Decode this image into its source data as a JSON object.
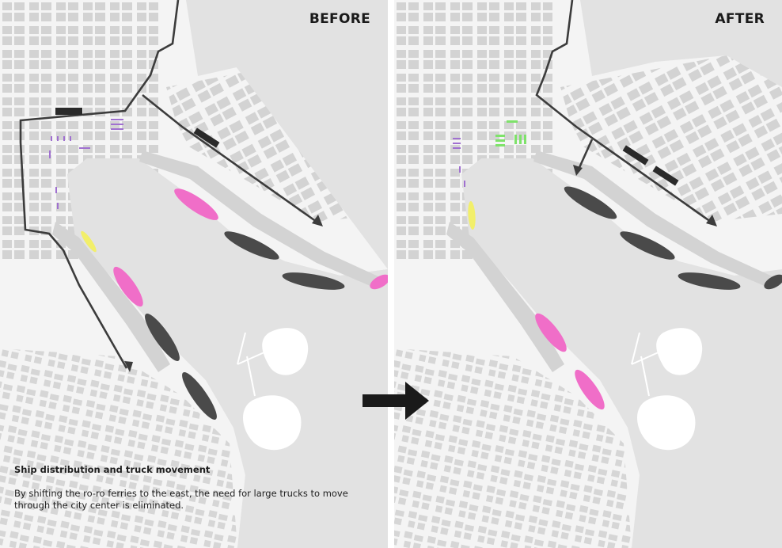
{
  "panels": {
    "before": {
      "label": "BEFORE"
    },
    "after": {
      "label": "AFTER"
    }
  },
  "caption": {
    "title": "Ship distribution and truck movement",
    "body": "By shifting the ro-ro ferries to the east, the need for large trucks to move through the city center is eliminated."
  },
  "legend_colors": {
    "ro_ro_ferry": "#4a4a4a",
    "passenger_ship": "#f06ec8",
    "small_vessel": "#f2ef6a",
    "parking_purple": "#a070d0",
    "parking_green": "#7ee26a",
    "truck_route": "#3c3c3c",
    "water": "#e2e2e2",
    "building": "#d2d2d2"
  },
  "transition": {
    "icon": "right-arrow-icon"
  }
}
